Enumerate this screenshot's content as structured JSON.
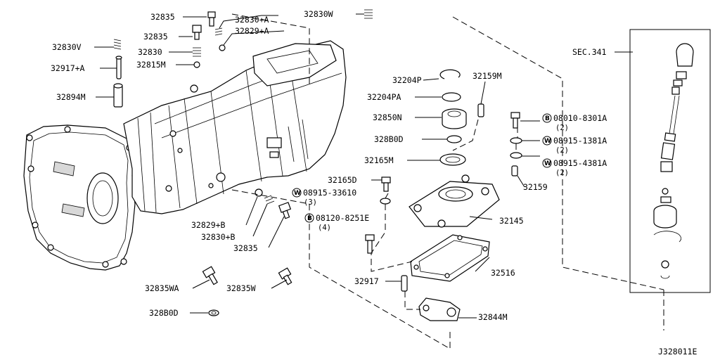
{
  "diagram_id": "J328011E",
  "labels": {
    "l_32835_top": "32835",
    "l_32830a": "32830+A",
    "l_32829a": "32829+A",
    "l_32830w": "32830W",
    "l_32830v": "32830V",
    "l_32835_2": "32835",
    "l_32830": "32830",
    "l_32917a": "32917+A",
    "l_32815m": "32815M",
    "l_32894m": "32894M",
    "l_32204p": "32204P",
    "l_32204pa": "32204PA",
    "l_32159m": "32159M",
    "l_32850n": "32850N",
    "l_328b0d_a": "328B0D",
    "l_32165m": "32165M",
    "l_32165d": "32165D",
    "l_08915_33610": "08915-33610",
    "l_08120_8251e": "08120-8251E",
    "l_08010_8301a": "08010-8301A",
    "l_08915_1381a": "08915-1381A",
    "l_08915_4381a": "08915-4381A",
    "l_32159": "32159",
    "l_32145": "32145",
    "l_32829b": "32829+B",
    "l_32830b": "32830+B",
    "l_32835_3": "32835",
    "l_32516": "32516",
    "l_32917": "32917",
    "l_32835wa": "32835WA",
    "l_32835w": "32835W",
    "l_328b0d_b": "328B0D",
    "l_32844m": "32844M",
    "l_sec341": "SEC.341"
  },
  "quantities": {
    "q_3": "(3)",
    "q_4": "(4)",
    "q_2a": "(2)",
    "q_2b": "(2)",
    "q_2c": "(2)"
  },
  "prefixes": {
    "p_w1": "W",
    "p_b1": "B",
    "p_b2": "B",
    "p_w2": "W",
    "p_w3": "W"
  }
}
